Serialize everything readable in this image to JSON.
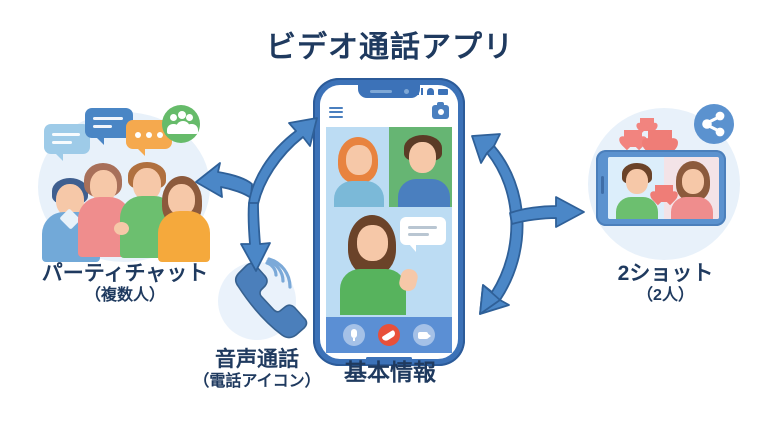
{
  "title": "ビデオ通話アプリ",
  "colors": {
    "title_navy": "#1f3a5f",
    "arrow_blue": "#3f7cc2",
    "phone_frame_blue": "#3c72b8",
    "ctrlbar_blue": "#5b8fd4",
    "end_call_red": "#e8503a",
    "circle_bg": "#e8f1fa",
    "group_icon_green": "#66bb6a",
    "tile_green": "#66b573",
    "tile_blue": "#bcdcf3",
    "heart_pink": "#f2847f",
    "share_blue": "#5b92cf"
  },
  "nodes": {
    "party": {
      "label": "パーティチャット",
      "sublabel": "（複数人）",
      "icons": [
        "chat-bubble-icon",
        "chat-bubble-icon",
        "chat-bubble-dots-icon",
        "group-people-icon"
      ],
      "people_count": 4
    },
    "voice": {
      "label": "音声通話",
      "sublabel": "（電話アイコン）",
      "icon": "phone-handset-icon"
    },
    "center": {
      "label": "基本情報",
      "screen": {
        "menu_icon": "hamburger-menu-icon",
        "camera_icon": "camera-icon",
        "tiles": 3,
        "message_icon": "speech-bubble-icon",
        "controls": [
          "microphone-icon",
          "end-call-icon",
          "video-camera-icon"
        ]
      }
    },
    "twoshot": {
      "label": "2ショット",
      "sublabel": "（2人）",
      "icon": "share-icon",
      "hearts": 4
    }
  },
  "arrows": [
    {
      "name": "center-to-party",
      "direction": "left"
    },
    {
      "name": "center-to-voice",
      "direction": "down"
    },
    {
      "name": "party-to-center",
      "direction": "up-right"
    },
    {
      "name": "center-to-twoshot",
      "direction": "right"
    },
    {
      "name": "twoshot-up",
      "direction": "up-left"
    },
    {
      "name": "twoshot-down",
      "direction": "down-left"
    }
  ]
}
